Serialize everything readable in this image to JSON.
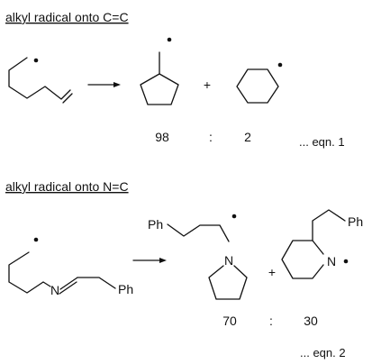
{
  "section1": {
    "heading": "alkyl radical onto C=C",
    "ratio_left": "98",
    "ratio_sep": ":",
    "ratio_right": "2",
    "plus": "+",
    "eqn_label": "... eqn. 1"
  },
  "section2": {
    "heading": "alkyl radical onto N=C",
    "reactant_n": "N",
    "reactant_ph": "Ph",
    "product_a_ph": "Ph",
    "product_a_n": "N",
    "product_b_ph": "Ph",
    "product_b_n": "N",
    "ratio_left": "70",
    "ratio_sep": ":",
    "ratio_right": "30",
    "plus": "+",
    "eqn_label": "... eqn. 2"
  },
  "colors": {
    "ink": "#111111",
    "background": "#ffffff"
  }
}
